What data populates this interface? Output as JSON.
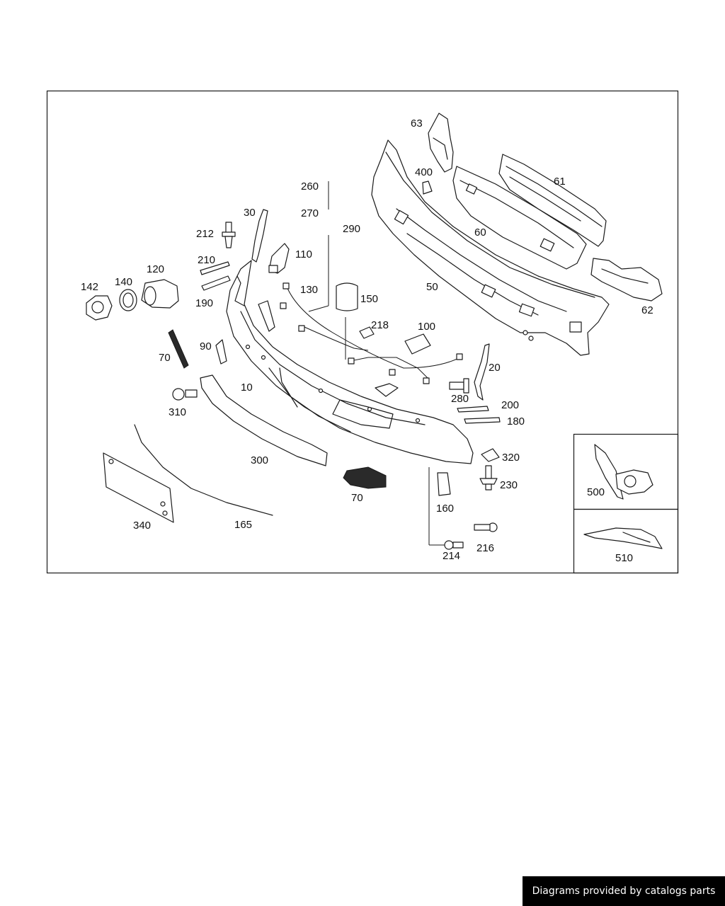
{
  "diagram": {
    "callouts": {
      "c63": "63",
      "c400": "400",
      "c61": "61",
      "c260": "260",
      "c270": "270",
      "c290": "290",
      "c30": "30",
      "c212": "212",
      "c110": "110",
      "c60": "60",
      "c120": "120",
      "c210": "210",
      "c142": "142",
      "c140": "140",
      "c130": "130",
      "c50": "50",
      "c62": "62",
      "c190": "190",
      "c150": "150",
      "c218": "218",
      "c100": "100",
      "c90": "90",
      "c70a": "70",
      "c20": "20",
      "c10": "10",
      "c280": "280",
      "c310": "310",
      "c200": "200",
      "c180": "180",
      "c300": "300",
      "c320": "320",
      "c230": "230",
      "c500": "500",
      "c70b": "70",
      "c160": "160",
      "c340": "340",
      "c165": "165",
      "c216": "216",
      "c214": "214",
      "c510": "510"
    }
  },
  "footer": {
    "text": "Diagrams provided by catalogs parts"
  }
}
